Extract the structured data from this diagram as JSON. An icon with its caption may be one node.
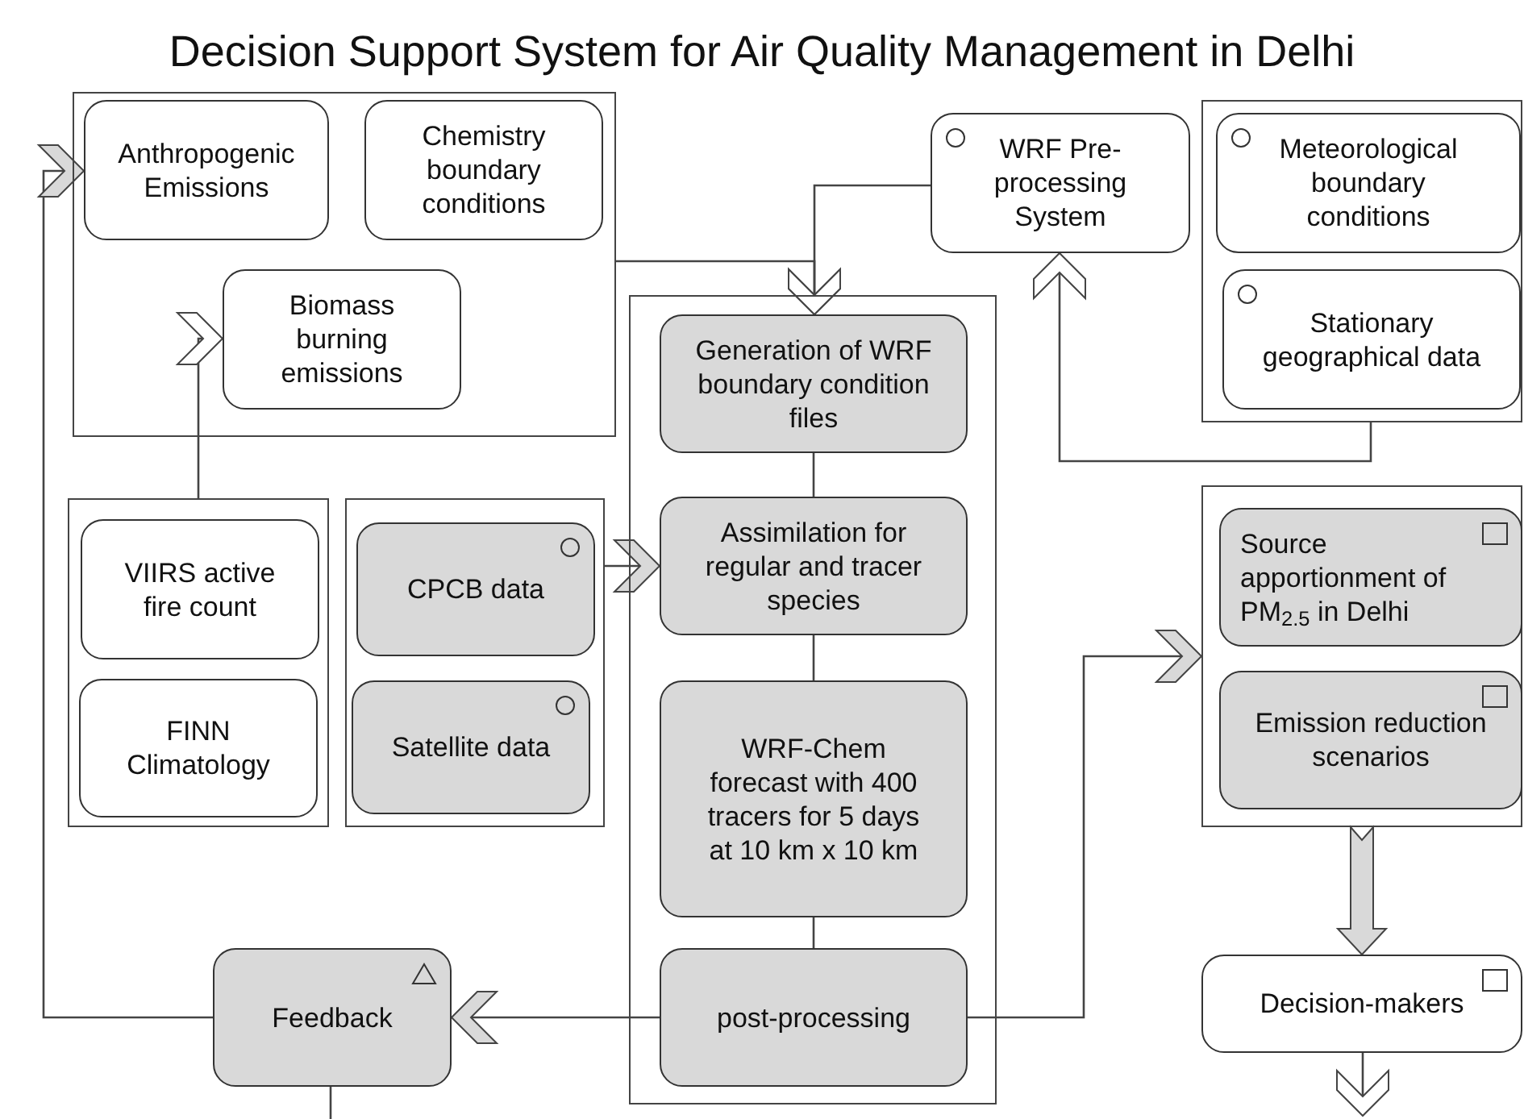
{
  "diagram": {
    "title": "Decision Support System for Air Quality Management in Delhi",
    "nodes": [
      {
        "text": [],
        "shape": "box"
      },
      {
        "text": [
          "Anthropogenic Emissions"
        ],
        "in": 0
      },
      {
        "text": [
          "Chemistry boundary conditions"
        ],
        "in": 0
      },
      {
        "text": [
          "Biomass burning emissions"
        ],
        "in": 0
      },
      {
        "text": [
          "WRF Pre-processing System"
        ]
      },
      {
        "text": [],
        "shape": "box"
      },
      {
        "text": [
          "Meteorological boundary conditions"
        ],
        "in": 5
      },
      {
        "text": [
          "Stationary geographical data"
        ],
        "in": 5
      },
      {
        "text": [],
        "shape": "box"
      },
      {
        "text": [
          "Generation of WRF boundary condition files"
        ],
        "in": 8
      },
      {
        "text": [
          "Assimilation for regular and tracer species"
        ],
        "in": 8
      },
      {
        "text": [
          "WRF-Chem forecast with 400 tracers for 5 days at 10 km x 10 km"
        ],
        "in": 8
      },
      {
        "text": [
          "post-processing"
        ],
        "in": 8
      },
      {
        "text": [],
        "shape": "box"
      },
      {
        "text": [
          "VIIRS active fire count"
        ],
        "in": 13
      },
      {
        "text": [
          "FINN Climatology"
        ],
        "in": 13
      },
      {
        "text": [],
        "shape": "box"
      },
      {
        "text": [
          "CPCB data"
        ],
        "in": 16
      },
      {
        "text": [
          "Satellite data"
        ],
        "in": 16
      },
      {
        "text": [],
        "shape": "box"
      },
      {
        "text": [
          "Source apportionment of PM$_{2.5}$ in Delhi"
        ],
        "in": 19
      },
      {
        "text": [
          "Emission reduction scenarios"
        ],
        "in": 19
      },
      {
        "text": [
          "Feedback"
        ]
      },
      {
        "text": [
          "Decision-makers"
        ]
      }
    ],
    "edges": [
      {
        "from": 0,
        "to": 9,
        "arrow": "to"
      },
      {
        "from": 4,
        "to": 9,
        "arrow": "to"
      },
      {
        "from": 5,
        "to": 4,
        "arrow": "to"
      },
      {
        "from": 13,
        "to": 3,
        "arrow": "to"
      },
      {
        "from": 16,
        "to": 10,
        "arrow": "to"
      },
      {
        "from": 9,
        "to": 10,
        "arrow": "none"
      },
      {
        "from": 10,
        "to": 11,
        "arrow": "none"
      },
      {
        "from": 11,
        "to": 12,
        "arrow": "none"
      },
      {
        "from": 12,
        "to": 22,
        "arrow": "to"
      },
      {
        "from": 22,
        "to": 1,
        "arrow": "to"
      },
      {
        "from": 22,
        "to": null,
        "arrow": "none"
      },
      {
        "from": 12,
        "to": 19,
        "arrow": "to"
      },
      {
        "from": 19,
        "to": 23,
        "arrow": "to",
        "style": "thick"
      },
      {
        "from": 23,
        "to": null,
        "arrow": "to"
      }
    ]
  }
}
